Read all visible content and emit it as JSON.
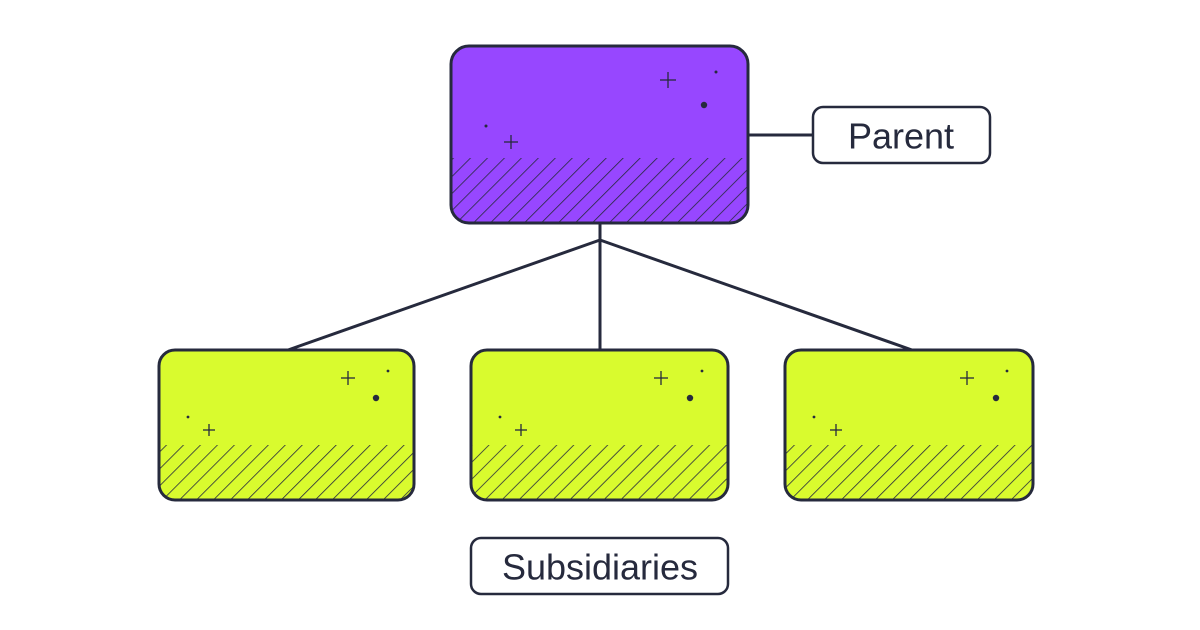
{
  "diagram": {
    "parent_label": "Parent",
    "subsidiaries_label": "Subsidiaries",
    "subsidiary_count": 3
  },
  "colors": {
    "parent_fill": "#9747ff",
    "subsidiary_fill": "#d9fb2e",
    "stroke": "#262a3d",
    "label_fill": "#ffffff"
  }
}
